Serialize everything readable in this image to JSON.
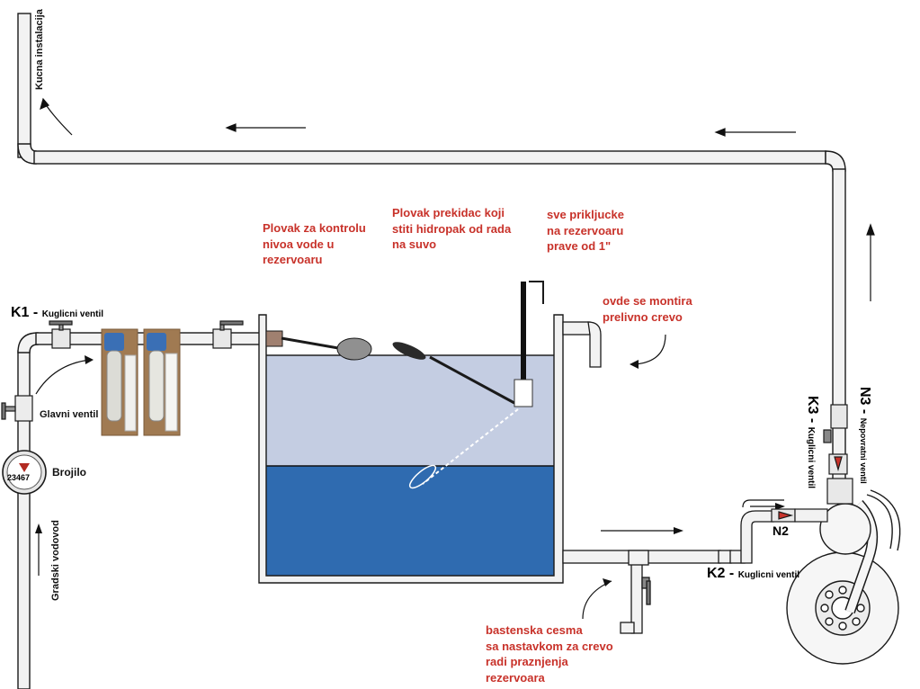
{
  "colors": {
    "pipe": "#f2f2f2",
    "outline": "#1a1a1a",
    "label_red": "#c8322a",
    "water_light": "#c4cde2",
    "water_dark": "#2f6bb0",
    "filter_blue": "#3a6fb5",
    "check_valve_red": "#c8322a"
  },
  "labels": {
    "kucna_instalacija": "Kucna instalacija",
    "gradski_vodovod": "Gradski vodovod",
    "k1_code": "K1 -",
    "k1_text": "Kuglicni ventil",
    "glavni_ventil": "Glavni ventil",
    "brojilo": "Brojilo",
    "meter_reading": "23467",
    "plovak_kontrola": [
      "Plovak za kontrolu",
      "nivoa vode u",
      "rezervoaru"
    ],
    "plovak_prekidac": [
      "Plovak prekidac koji",
      "stiti hidropak od rada",
      "na suvo"
    ],
    "prikljucke": [
      "sve prikljucke",
      "na rezervoaru",
      "prave od 1\""
    ],
    "prelivno": [
      "ovde se montira",
      "prelivno crevo"
    ],
    "cesma": [
      "bastenska cesma",
      "sa nastavkom za crevo",
      "radi praznjenja",
      "rezervoara"
    ],
    "k2_code": "K2 -",
    "k2_text": "Kuglicni ventil",
    "n2": "N2",
    "k3_code": "K3 -",
    "k3_text": "Kuglicni ventil",
    "n3_code": "N3 -",
    "n3_text": "Nepovratni ventil"
  }
}
